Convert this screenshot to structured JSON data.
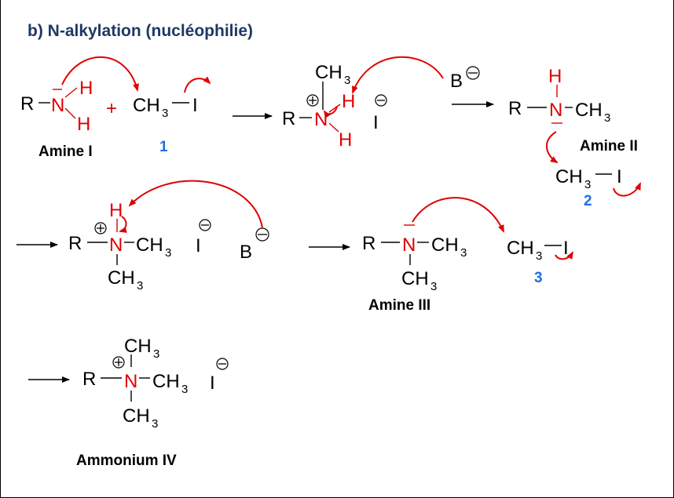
{
  "heading": "b) N-alkylation (nucléophilie)",
  "atoms": {
    "R": "R",
    "N": "N",
    "H": "H",
    "C": "CH",
    "three": "3",
    "I": "I",
    "B": "B",
    "plus": "+"
  },
  "labels": {
    "amine1": "Amine I",
    "amine2": "Amine II",
    "amine3": "Amine III",
    "ammonium4": "Ammonium IV"
  },
  "numbers": {
    "n1": "1",
    "n2": "2",
    "n3": "3"
  },
  "colors": {
    "heading": "#1f3864",
    "atoms_highlight": "#e00000",
    "electron_arrows": "#e00000",
    "step_numbers": "#1e6fe0"
  }
}
